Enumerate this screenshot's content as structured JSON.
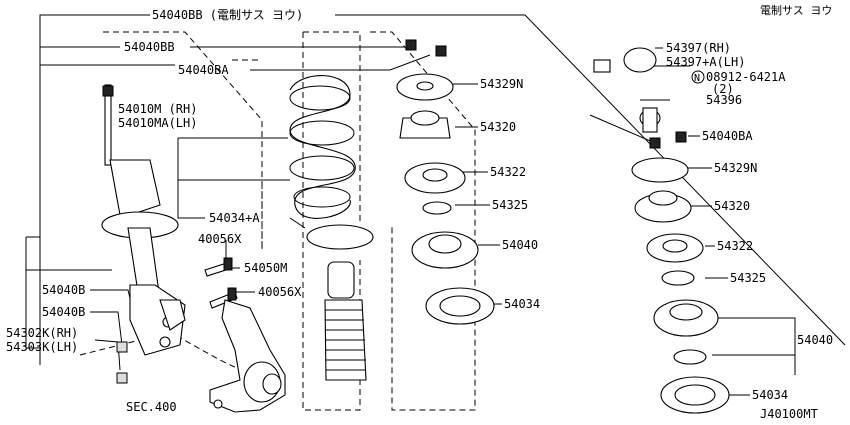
{
  "header": {
    "top_label": "54040BB (電制サス ヨウ)",
    "corner_note": "電制サス ヨウ"
  },
  "labels": {
    "l_54040BB": "54040BB",
    "l_54040BA": "54040BA",
    "l_54010M": "54010M (RH)",
    "l_54010MA": "54010MA(LH)",
    "l_54034A": "54034+A",
    "l_40056X_1": "40056X",
    "l_54050M": "54050M",
    "l_40056X_2": "40056X",
    "l_54040B_1": "54040B",
    "l_54040B_2": "54040B",
    "l_54302K": "54302K(RH)",
    "l_54303K": "54303K(LH)",
    "l_sec400": "SEC.400",
    "l_54329N": "54329N",
    "l_54320": "54320",
    "l_54322": "54322",
    "l_54325": "54325",
    "l_54040": "54040",
    "l_54034": "54034",
    "r_54397RH": "54397(RH)",
    "r_54397LH": "54397+A(LH)",
    "r_08912_n": "N",
    "r_08912": "08912-6421A",
    "r_08912_qty": "(2)",
    "r_54396": "54396",
    "r_54040BA": "54040BA",
    "r_54329N": "54329N",
    "r_54320": "54320",
    "r_54322": "54322",
    "r_54325": "54325",
    "r_54040": "54040",
    "r_54034": "54034"
  },
  "footer": {
    "diagram_code": "J40100MT"
  }
}
